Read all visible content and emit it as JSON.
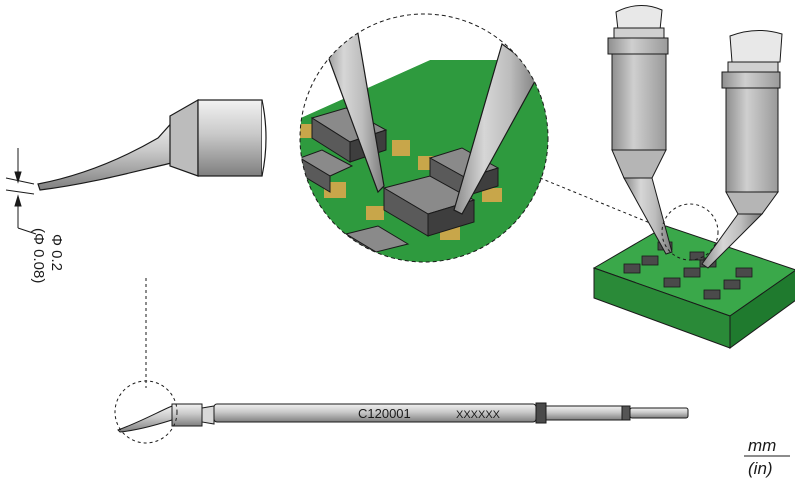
{
  "tip": {
    "part_number": "C120001",
    "serial_placeholder": "XXXXXX",
    "dimension_mm": "Φ 0.2",
    "dimension_in": "(Φ 0.08)"
  },
  "units": {
    "primary": "mm",
    "secondary": "(in)"
  },
  "colors": {
    "pcb_green": "#2e9a3e",
    "pad_gold": "#c8a64a",
    "component_dark": "#4a4a4a",
    "metal_gray": "#b8b8b8"
  }
}
